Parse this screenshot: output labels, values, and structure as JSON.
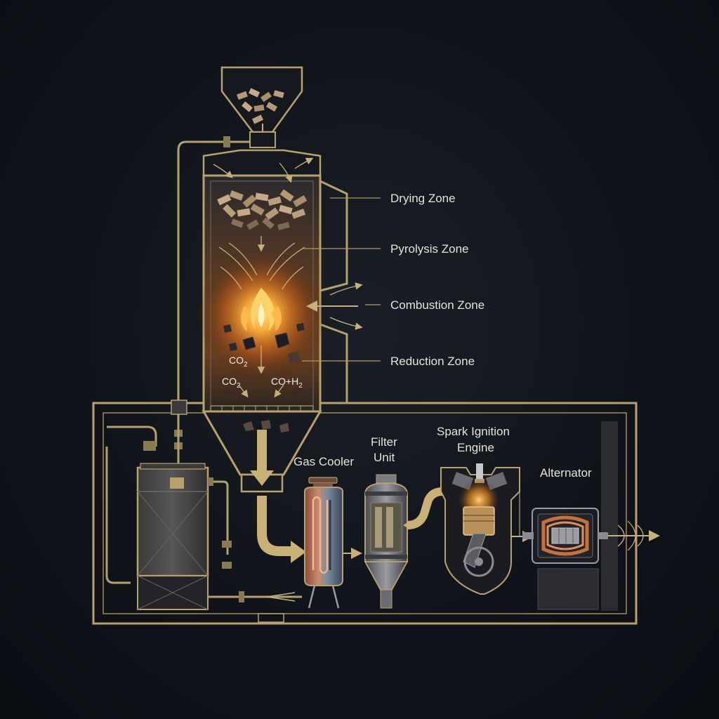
{
  "zones": {
    "drying": "Drying Zone",
    "pyrolysis": "Pyrolysis Zone",
    "combustion": "Combustion Zone",
    "reduction": "Reduction Zone"
  },
  "chemistry": {
    "co2_upper": "CO",
    "co2_upper_sub": "2",
    "co2_lower": "CO",
    "co2_lower_sub": "2",
    "syngas_main": "CO+H",
    "syngas_sub": "2"
  },
  "components": {
    "gas_cooler": "Gas Cooler",
    "filter_line1": "Filter",
    "filter_line2": "Unit",
    "engine_line1": "Spark Ignition",
    "engine_line2": "Engine",
    "alternator": "Alternator"
  },
  "colors": {
    "background": "#10141a",
    "frame_gold": "#b8a16a",
    "label_text": "#e6e2d8",
    "fire_glow": "#ff9a2e",
    "biomass": "#b39a78"
  }
}
